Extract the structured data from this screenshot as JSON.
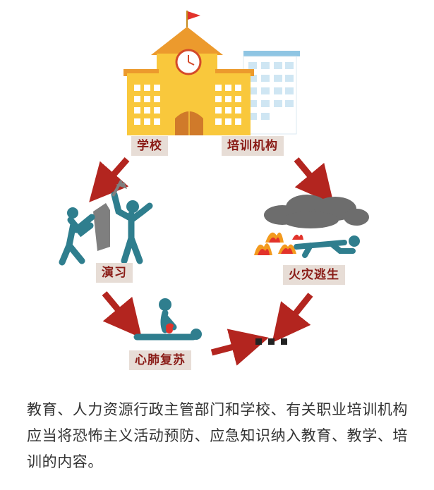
{
  "diagram": {
    "labels": {
      "school": "学校",
      "training": "培训机构",
      "drill": "演习",
      "fire_escape": "火灾逃生",
      "cpr": "心肺复苏",
      "more": "…"
    }
  },
  "caption": "教育、人力资源行政主管部门和学校、有关职业培训机构应当将恐怖主义活动预防、应急知识纳入教育、教学、培训的内容。",
  "colors": {
    "building_yellow": "#f9c83c",
    "roof_orange": "#ec9a2d",
    "flag_red": "#e2332b",
    "figure_teal": "#2f7e8e",
    "arrow_red": "#b3251f",
    "tag_bg": "#e7ddd6",
    "tag_text": "#8a1c17",
    "smoke_gray": "#6d6d6d",
    "office_blue": "#cfe6f3"
  }
}
